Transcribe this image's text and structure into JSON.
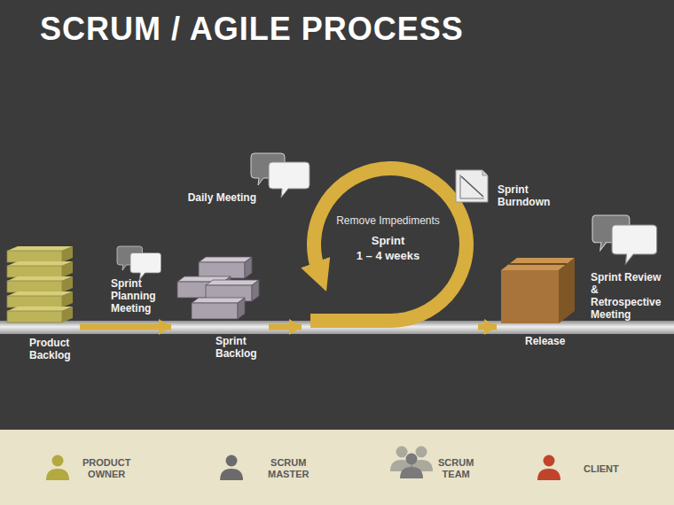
{
  "diagram": {
    "title": "SCRUM / AGILE PROCESS",
    "nodes": [
      {
        "text": [
          "Product Backlog"
        ]
      },
      {
        "text": [
          "Sprint Backlog"
        ]
      },
      {
        "text": [
          "Remove Impediments",
          "Sprint",
          "1 – 4 weeks"
        ]
      },
      {
        "text": [
          "Release"
        ]
      }
    ],
    "edges": [
      {
        "from": 0,
        "to": 1,
        "arrow": "to"
      },
      {
        "from": 1,
        "to": 2,
        "arrow": "to"
      },
      {
        "from": 2,
        "to": 3,
        "arrow": "to"
      }
    ],
    "labels": [
      "Sprint Planning Meeting",
      "Daily Meeting",
      "Sprint Burndown",
      "Sprint Review & Retrospective Meeting"
    ],
    "legend": [
      {
        "text": "PRODUCT OWNER",
        "color": "#b3a940"
      },
      {
        "text": "SCRUM MASTER",
        "color": "#6b6b6b"
      },
      {
        "text": "SCRUM TEAM",
        "color": "#7a7a7a"
      },
      {
        "text": "CLIENT",
        "color": "#c0442c"
      }
    ]
  }
}
